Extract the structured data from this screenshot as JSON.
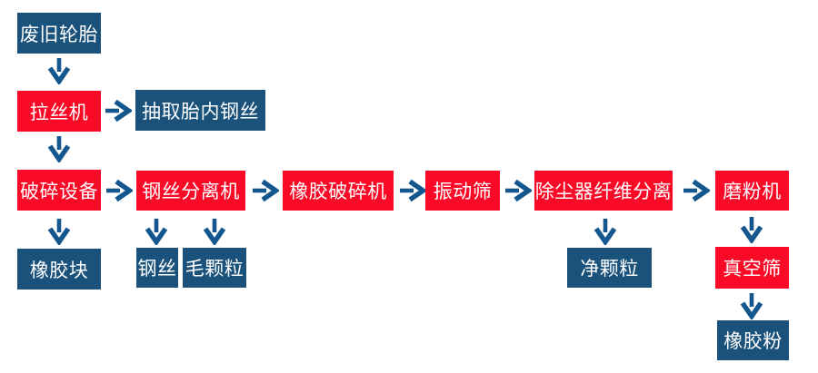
{
  "colors": {
    "process_red": "#fa0a26",
    "material_blue": "#1a527c",
    "arrow_blue": "#14568e",
    "background": "#ffffff",
    "text": "#ffffff"
  },
  "flowchart": {
    "nodes": {
      "waste_tires": {
        "label": "废旧轮胎"
      },
      "wire_drawing_machine": {
        "label": "拉丝机"
      },
      "extract_tire_steel_wire": {
        "label": "抽取胎内钢丝"
      },
      "crushing_equipment": {
        "label": "破碎设备"
      },
      "rubber_blocks": {
        "label": "橡胶块"
      },
      "steel_wire_separator": {
        "label": "钢丝分离机"
      },
      "steel_wire": {
        "label": "钢丝"
      },
      "rough_granules": {
        "label": "毛颗粒"
      },
      "rubber_crusher": {
        "label": "橡胶破碎机"
      },
      "vibrating_screen": {
        "label": "振动筛"
      },
      "dust_collector_fiber_separation": {
        "label": "除尘器纤维分离"
      },
      "clean_granules": {
        "label": "净颗粒"
      },
      "grinding_machine": {
        "label": "磨粉机"
      },
      "vacuum_screen": {
        "label": "真空筛"
      },
      "rubber_powder": {
        "label": "橡胶粉"
      }
    }
  }
}
